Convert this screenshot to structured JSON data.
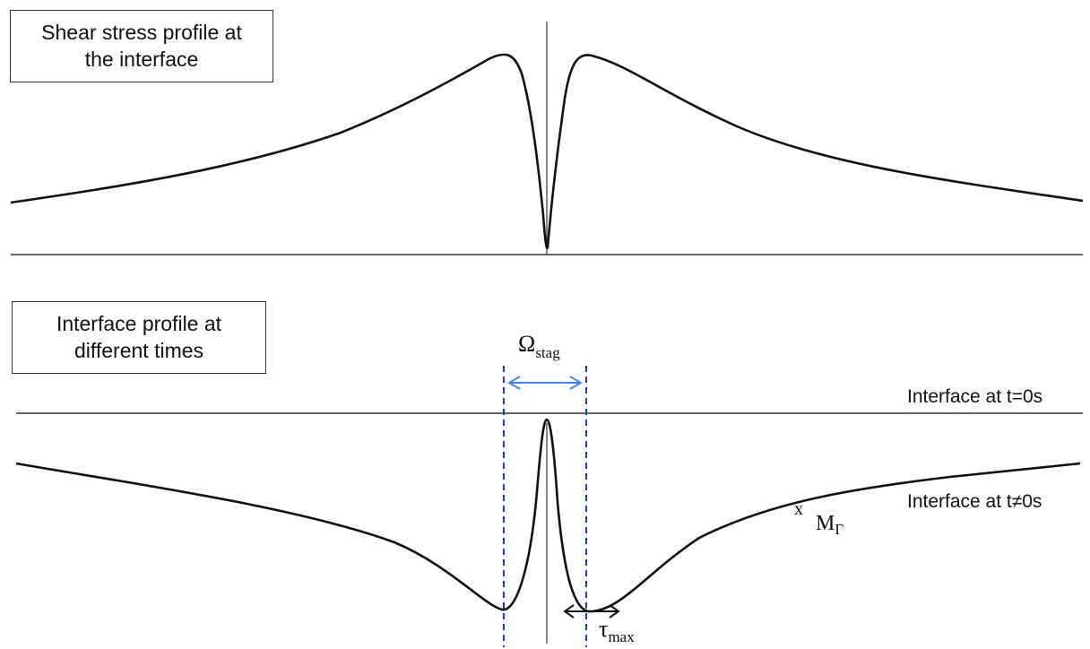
{
  "top_panel": {
    "title_line1": "Shear stress profile at",
    "title_line2": "the interface"
  },
  "bottom_panel": {
    "title_line1": "Interface profile at",
    "title_line2": "different times",
    "interface_t0_label": "Interface at t=0s",
    "interface_t_label": "Interface at t≠0s",
    "omega_symbol": "Ω",
    "omega_subscript": "stag",
    "tau_symbol": "τ",
    "tau_subscript": "max",
    "marker_symbol": "x",
    "point_symbol": "M",
    "point_subscript": "Γ"
  },
  "colors": {
    "curve": "#111111",
    "axis": "#333333",
    "dashed_lines": "#2233dd",
    "omega_arrow": "#4488ee",
    "tau_arrow": "#111111"
  }
}
